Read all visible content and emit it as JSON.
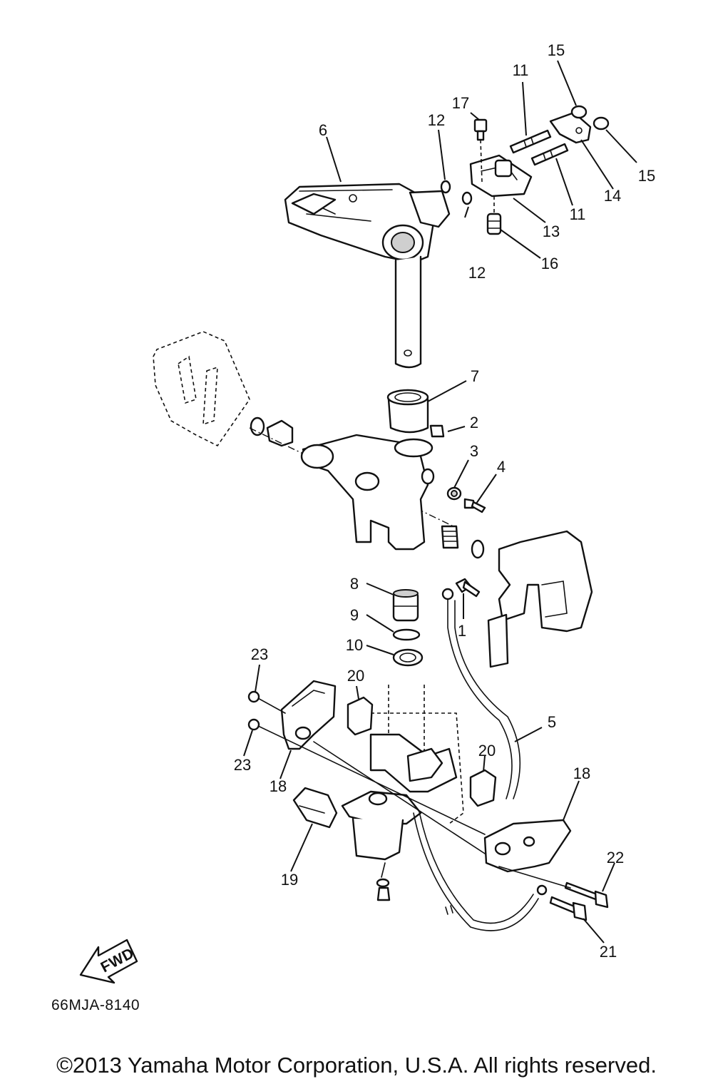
{
  "diagram": {
    "code": "66MJA-8140",
    "fwd_label": "FWD",
    "copyright": "©2013 Yamaha Motor Corporation, U.S.A. All rights reserved.",
    "callouts": [
      "1",
      "2",
      "3",
      "4",
      "5",
      "6",
      "7",
      "8",
      "9",
      "10",
      "11",
      "11",
      "12",
      "12",
      "13",
      "14",
      "15",
      "15",
      "16",
      "17",
      "18",
      "18",
      "19",
      "20",
      "20",
      "21",
      "22",
      "23",
      "23"
    ]
  }
}
